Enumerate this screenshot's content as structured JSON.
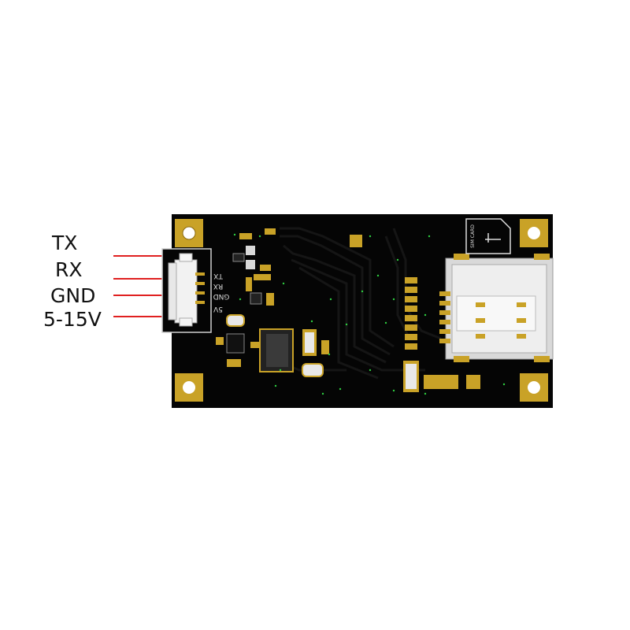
{
  "pin_labels": [
    "TX",
    "RX",
    "GND",
    "5-15V"
  ],
  "silkscreen": {
    "pins": [
      "TX",
      "RX",
      "GND",
      "5V"
    ],
    "sim_card": "SIM CARD"
  },
  "colors": {
    "wire": "#e02020",
    "pcb": "#050505",
    "gold": "#c9a227",
    "connector": "#f2f2f2"
  }
}
